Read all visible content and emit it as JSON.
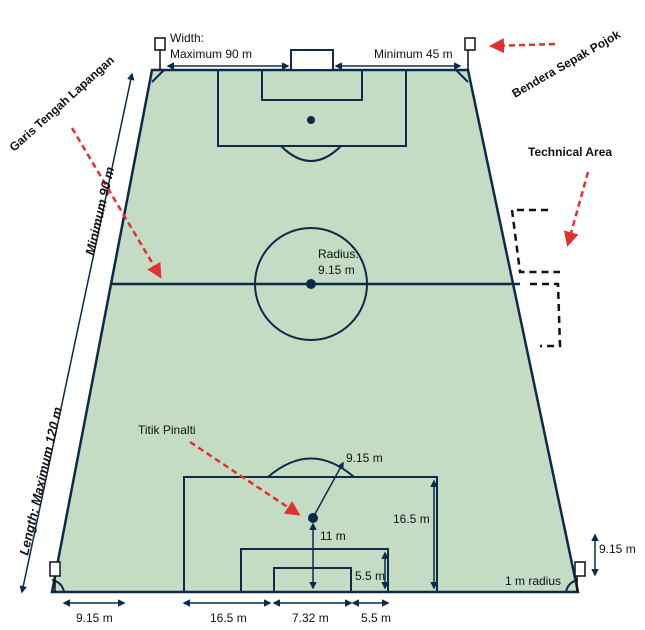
{
  "colors": {
    "pitch_fill": "#c4dcc3",
    "pitch_line": "#0d2a4a",
    "arrow_red": "#e03030",
    "text": "#111111",
    "background": "#ffffff"
  },
  "labels": {
    "width_title": "Width:",
    "width_max": "Maximum 90 m",
    "width_min": "Minimum 45 m",
    "corner_flag": "Bendera Sepak Pojok",
    "halfway_line": "Garis Tengah Lapangan",
    "technical_area": "Technical Area",
    "length_min": "Minimum 90 m",
    "length_max": "Length: Maximum 120 m",
    "radius_title": "Radius:",
    "radius_value": "9.15 m",
    "penalty_spot": "Titik Pinalti",
    "arc_radius": "9.15 m",
    "penalty_area_depth": "16.5 m",
    "penalty_distance": "11 m",
    "goal_area_depth": "5.5 m",
    "corner_radius": "1 m radius",
    "corner_distance": "9.15 m",
    "bottom_corner_dist": "9.15 m",
    "bottom_penalty_width": "16.5 m",
    "bottom_goal_width": "7.32 m",
    "bottom_goal_area": "5.5 m"
  }
}
